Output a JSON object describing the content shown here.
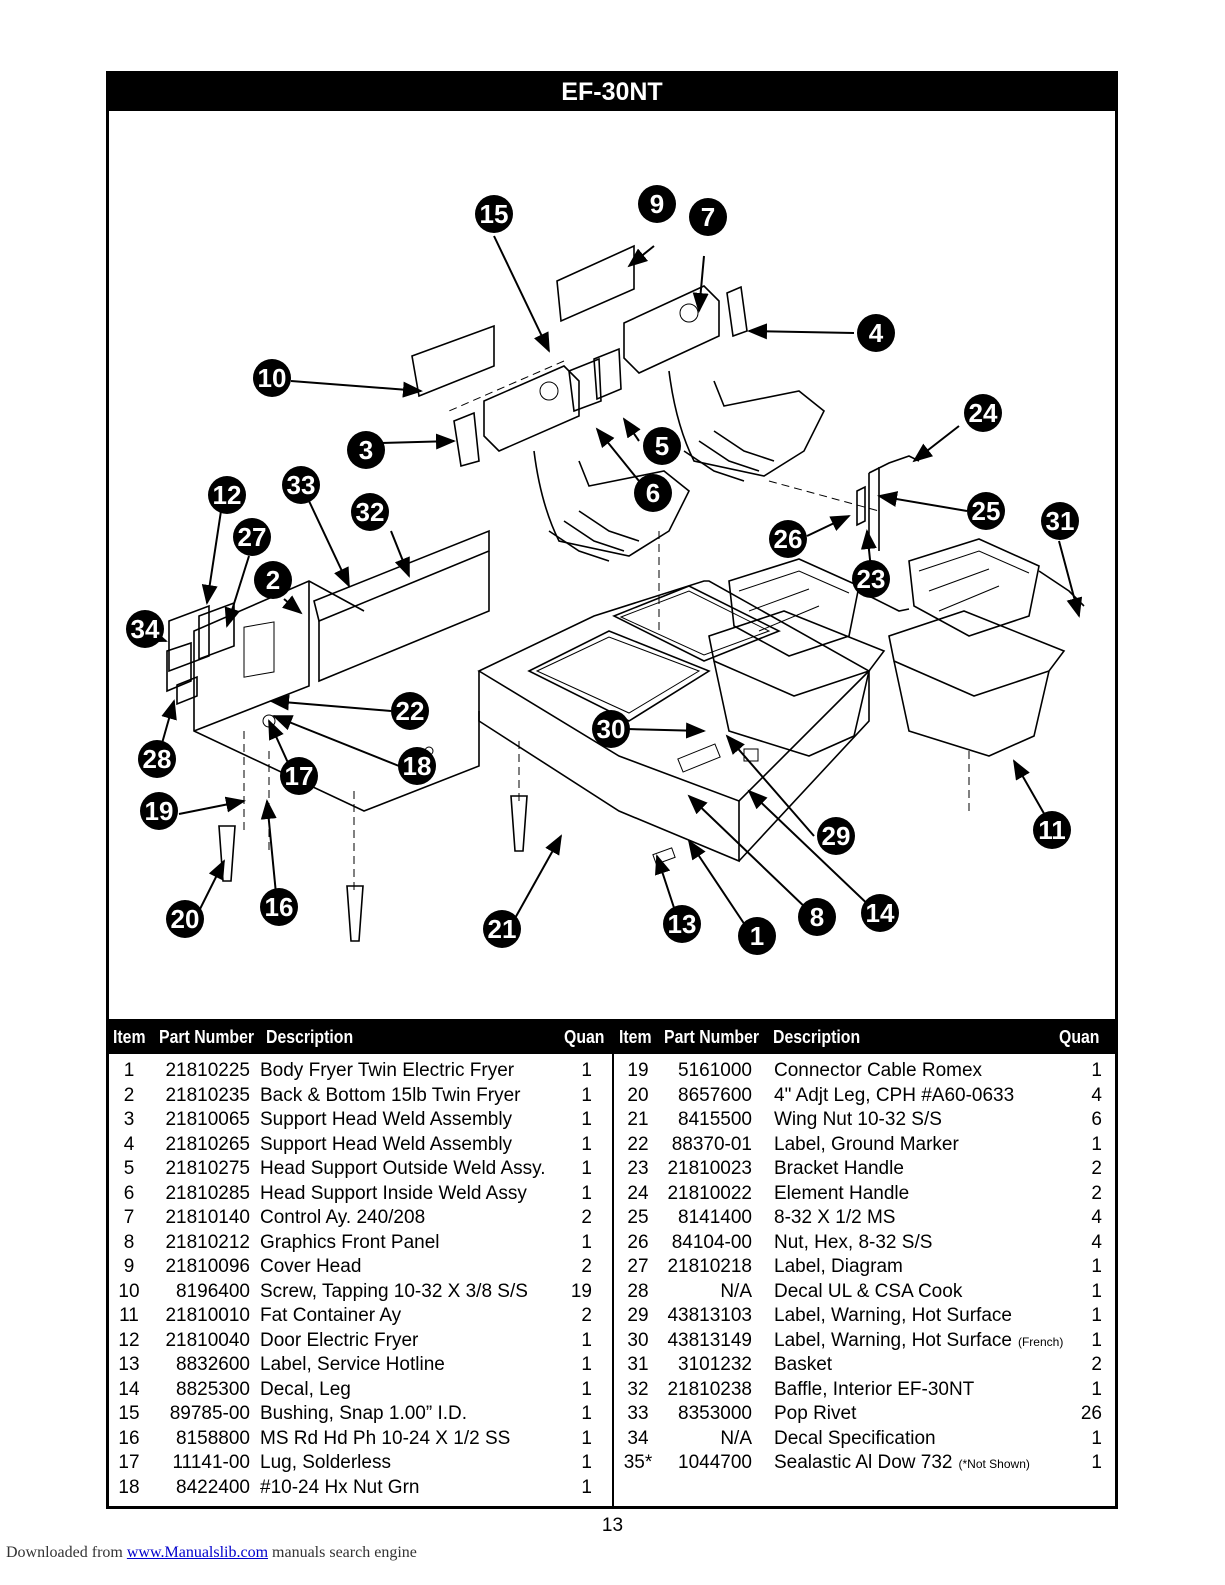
{
  "title": "EF-30NT",
  "callouts": [
    "15",
    "9",
    "7",
    "4",
    "10",
    "3",
    "5",
    "6",
    "24",
    "25",
    "31",
    "12",
    "33",
    "32",
    "27",
    "2",
    "26",
    "23",
    "34",
    "22",
    "30",
    "28",
    "18",
    "17",
    "19",
    "29",
    "11",
    "16",
    "20",
    "21",
    "13",
    "1",
    "8",
    "14"
  ],
  "table": {
    "headers": {
      "item": "Item",
      "part": "Part Number",
      "desc": "Description",
      "qty": "Quan"
    },
    "left": [
      {
        "item": "1",
        "part": "21810225",
        "desc": "Body Fryer Twin Electric Fryer",
        "qty": "1"
      },
      {
        "item": "2",
        "part": "21810235",
        "desc": "Back & Bottom 15lb Twin Fryer",
        "qty": "1"
      },
      {
        "item": "3",
        "part": "21810065",
        "desc": "Support Head Weld Assembly",
        "qty": "1"
      },
      {
        "item": "4",
        "part": "21810265",
        "desc": "Support Head Weld Assembly",
        "qty": "1"
      },
      {
        "item": "5",
        "part": "21810275",
        "desc": "Head Support Outside Weld Assy.",
        "qty": "1"
      },
      {
        "item": "6",
        "part": "21810285",
        "desc": "Head Support Inside Weld Assy",
        "qty": "1"
      },
      {
        "item": "7",
        "part": "21810140",
        "desc": "Control Ay. 240/208",
        "qty": "2"
      },
      {
        "item": "8",
        "part": "21810212",
        "desc": "Graphics Front Panel",
        "qty": "1"
      },
      {
        "item": "9",
        "part": "21810096",
        "desc": "Cover Head",
        "qty": "2"
      },
      {
        "item": "10",
        "part": "8196400",
        "desc": "Screw, Tapping 10-32 X 3/8 S/S",
        "qty": "19"
      },
      {
        "item": "11",
        "part": "21810010",
        "desc": "Fat Container Ay",
        "qty": "2"
      },
      {
        "item": "12",
        "part": "21810040",
        "desc": "Door Electric Fryer",
        "qty": "1"
      },
      {
        "item": "13",
        "part": "8832600",
        "desc": "Label, Service Hotline",
        "qty": "1"
      },
      {
        "item": "14",
        "part": "8825300",
        "desc": "Decal, Leg",
        "qty": "1"
      },
      {
        "item": "15",
        "part": "89785-00",
        "desc": "Bushing, Snap 1.00” I.D.",
        "qty": "1"
      },
      {
        "item": "16",
        "part": "8158800",
        "desc": "MS Rd Hd Ph 10-24 X 1/2 SS",
        "qty": "1"
      },
      {
        "item": "17",
        "part": "11141-00",
        "desc": "Lug, Solderless",
        "qty": "1"
      },
      {
        "item": "18",
        "part": "8422400",
        "desc": "#10-24 Hx Nut Grn",
        "qty": "1"
      }
    ],
    "right": [
      {
        "item": "19",
        "part": "5161000",
        "desc": "Connector Cable Romex",
        "note": "",
        "qty": "1"
      },
      {
        "item": "20",
        "part": "8657600",
        "desc": "4\" Adjt Leg, CPH #A60-0633",
        "note": "",
        "qty": "4"
      },
      {
        "item": "21",
        "part": "8415500",
        "desc": "Wing Nut 10-32 S/S",
        "note": "",
        "qty": "6"
      },
      {
        "item": "22",
        "part": "88370-01",
        "desc": "Label, Ground Marker",
        "note": "",
        "qty": "1"
      },
      {
        "item": "23",
        "part": "21810023",
        "desc": "Bracket Handle",
        "note": "",
        "qty": "2"
      },
      {
        "item": "24",
        "part": "21810022",
        "desc": "Element Handle",
        "note": "",
        "qty": "2"
      },
      {
        "item": "25",
        "part": "8141400",
        "desc": "8-32 X 1/2 MS",
        "note": "",
        "qty": "4"
      },
      {
        "item": "26",
        "part": "84104-00",
        "desc": "Nut, Hex, 8-32  S/S",
        "note": "",
        "qty": "4"
      },
      {
        "item": "27",
        "part": "21810218",
        "desc": "Label, Diagram",
        "note": "",
        "qty": "1"
      },
      {
        "item": "28",
        "part": "N/A",
        "desc": "Decal UL & CSA Cook",
        "note": "",
        "qty": "1"
      },
      {
        "item": "29",
        "part": "43813103",
        "desc": "Label, Warning, Hot Surface",
        "note": "",
        "qty": "1"
      },
      {
        "item": "30",
        "part": "43813149",
        "desc": "Label, Warning, Hot Surface",
        "note": "(French)",
        "qty": "1"
      },
      {
        "item": "31",
        "part": "3101232",
        "desc": "Basket",
        "note": "",
        "qty": "2"
      },
      {
        "item": "32",
        "part": "21810238",
        "desc": "Baffle, Interior EF-30NT",
        "note": "",
        "qty": "1"
      },
      {
        "item": "33",
        "part": "8353000",
        "desc": "Pop Rivet",
        "note": "",
        "qty": "26"
      },
      {
        "item": "34",
        "part": "N/A",
        "desc": "Decal Specification",
        "note": "",
        "qty": "1"
      },
      {
        "item": "35*",
        "part": "1044700",
        "desc": "Sealastic Al Dow 732",
        "note": "(*Not Shown)",
        "qty": "1"
      }
    ]
  },
  "page_number": "13",
  "footer": {
    "prefix": "Downloaded from ",
    "link": "www.Manualslib.com",
    "suffix": "  manuals search engine"
  }
}
